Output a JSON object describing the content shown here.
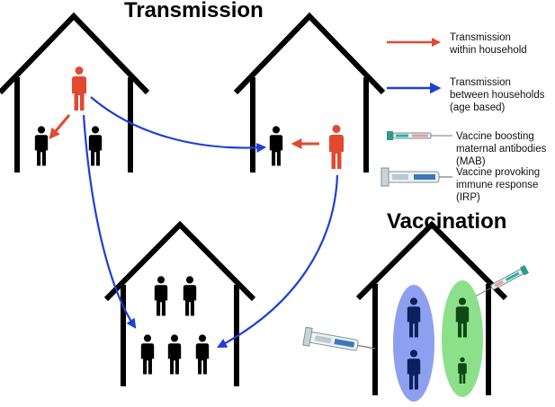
{
  "titles": {
    "transmission": "Transmission",
    "vaccination": "Vaccination"
  },
  "legend": {
    "within": [
      "Transmission",
      "within household"
    ],
    "between": [
      "Transmission",
      "between households",
      "(age based)"
    ],
    "mab": [
      "Vaccine boosting",
      "maternal antibodies",
      "(MAB)"
    ],
    "irp": [
      "Vaccine provoking",
      "immune response",
      "(IRP)"
    ]
  },
  "colors": {
    "infected": "#e2492f",
    "within_arrow": "#e2492f",
    "between_arrow": "#1f3fd6",
    "person": "#000000",
    "house": "#000000",
    "mab_group": "#8f9ff0",
    "irp_group": "#8de08a",
    "mab_person": "#0d1f5c",
    "irp_person": "#0e4a14"
  },
  "icons": {
    "person": "person-icon",
    "syringe": "syringe-icon",
    "house": "house-icon"
  }
}
